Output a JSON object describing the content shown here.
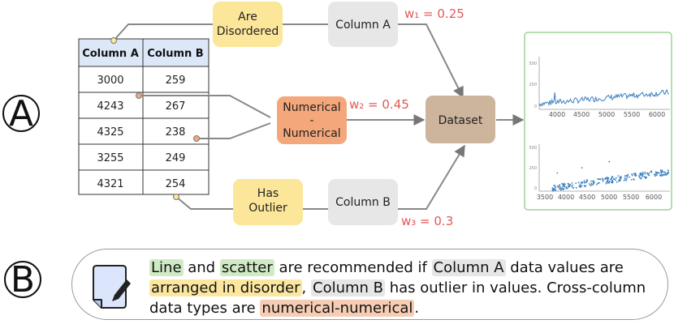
{
  "sections": {
    "a_label": "A",
    "b_label": "B"
  },
  "table": {
    "headers": [
      "Column A",
      "Column B"
    ],
    "rows": [
      [
        "3000",
        "259"
      ],
      [
        "4243",
        "267"
      ],
      [
        "4325",
        "238"
      ],
      [
        "3255",
        "249"
      ],
      [
        "4321",
        "254"
      ]
    ]
  },
  "nodes": {
    "are_disordered_line1": "Are",
    "are_disordered_line2": "Disordered",
    "column_a": "Column A",
    "numerical_line1": "Numerical",
    "numerical_line2": "-",
    "numerical_line3": "Numerical",
    "has_outlier_line1": "Has",
    "has_outlier_line2": "Outlier",
    "column_b": "Column B",
    "dataset": "Dataset"
  },
  "weights": {
    "w1": "w₁ = 0.25",
    "w2": "w₂ = 0.45",
    "w3": "w₃ = 0.3"
  },
  "mini_charts": {
    "top_xticks": [
      "4000",
      "4500",
      "5000",
      "5500",
      "6000"
    ],
    "top_yticks": [
      "500",
      "250",
      "0"
    ],
    "bottom_xticks": [
      "3500",
      "4000",
      "4500",
      "5000",
      "5500",
      "6000"
    ],
    "bottom_yticks": [
      "500",
      "250",
      "0"
    ]
  },
  "panel_b": {
    "s1": "Line",
    "s2": " and ",
    "s3": "scatter",
    "s4": " are recommended if ",
    "s5": "Column A",
    "s6": " data values are ",
    "s7": "arranged in disorder",
    "s8": ", ",
    "s9": "Column B",
    "s10": " has outlier in values. Cross-column data types are ",
    "s11": "numerical-numerical",
    "s12": "."
  },
  "colors": {
    "yellow_node": "#fce69a",
    "gray_node": "#e7e7e7",
    "orange_node": "#f4a77a",
    "dataset_node": "#cdb49c",
    "table_header": "#dce8f8",
    "weight_text": "#e05a55",
    "chart_line": "#3a7fc0",
    "chart_frame": "#9fd39a"
  }
}
